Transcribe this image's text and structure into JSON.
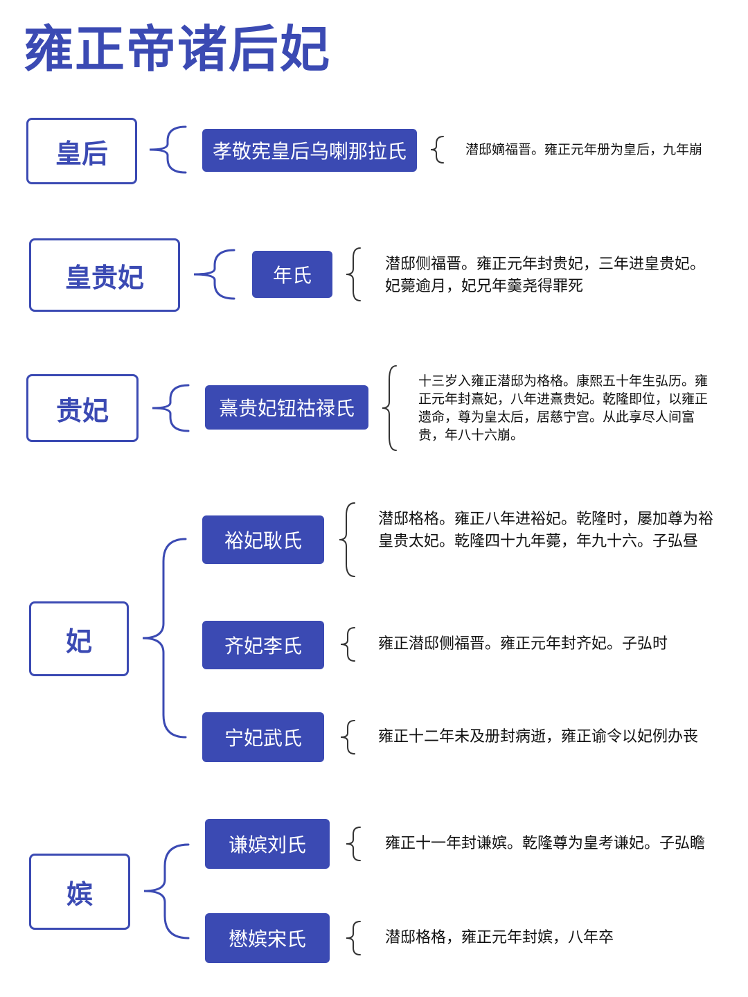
{
  "title": "雍正帝诸后妃",
  "colors": {
    "accent": "#3b4ab3",
    "text": "#111111",
    "background": "#ffffff"
  },
  "ranks": [
    {
      "name": "皇后",
      "consorts": [
        {
          "name": "孝敬宪皇后乌喇那拉氏",
          "desc": "潜邸嫡福晋。雍正元年册为皇后，九年崩"
        }
      ]
    },
    {
      "name": "皇贵妃",
      "consorts": [
        {
          "name": "年氏",
          "desc": "潜邸侧福晋。雍正元年封贵妃，三年进皇贵妃。妃薨逾月，妃兄年羹尧得罪死"
        }
      ]
    },
    {
      "name": "贵妃",
      "consorts": [
        {
          "name": "熹贵妃钮祜禄氏",
          "desc": "十三岁入雍正潜邸为格格。康熙五十年生弘历。雍正元年封熹妃，八年进熹贵妃。乾隆即位，以雍正遗命，尊为皇太后，居慈宁宫。从此享尽人间富贵，年八十六崩。"
        }
      ]
    },
    {
      "name": "妃",
      "consorts": [
        {
          "name": "裕妃耿氏",
          "desc": "潜邸格格。雍正八年进裕妃。乾隆时，屡加尊为裕皇贵太妃。乾隆四十九年薨，年九十六。子弘昼"
        },
        {
          "name": "齐妃李氏",
          "desc": "雍正潜邸侧福晋。雍正元年封齐妃。子弘时"
        },
        {
          "name": "宁妃武氏",
          "desc": "雍正十二年未及册封病逝，雍正谕令以妃例办丧"
        }
      ]
    },
    {
      "name": "嫔",
      "consorts": [
        {
          "name": "谦嫔刘氏",
          "desc": "雍正十一年封谦嫔。乾隆尊为皇考谦妃。子弘瞻"
        },
        {
          "name": "懋嫔宋氏",
          "desc": "潜邸格格，雍正元年封嫔，八年卒"
        }
      ]
    }
  ]
}
